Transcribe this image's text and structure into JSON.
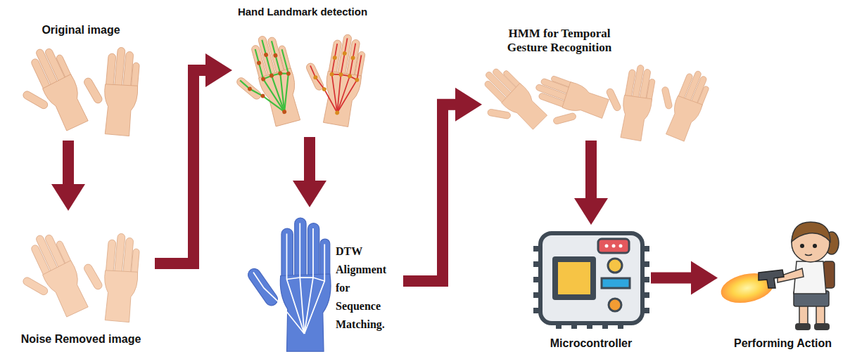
{
  "diagram": {
    "nodes": [
      {
        "text": [
          "Original image"
        ]
      },
      {
        "text": [
          "Noise Removed image"
        ]
      },
      {
        "text": [
          "Hand Landmark detection"
        ]
      },
      {
        "text": [
          "DTW Alignment for Sequence Matching."
        ]
      },
      {
        "text": [
          "HMM for Temporal Gesture Recognition"
        ]
      },
      {
        "text": [
          "Microcontroller"
        ]
      },
      {
        "text": [
          "Performing Action"
        ]
      }
    ],
    "edges": [
      {
        "from": 0,
        "to": 1,
        "arrow": "to"
      },
      {
        "from": 1,
        "to": 2,
        "arrow": "to"
      },
      {
        "from": 2,
        "to": 3,
        "arrow": "to"
      },
      {
        "from": 3,
        "to": 4,
        "arrow": "to"
      },
      {
        "from": 4,
        "to": 5,
        "arrow": "to"
      },
      {
        "from": 5,
        "to": 6,
        "arrow": "to"
      }
    ]
  }
}
